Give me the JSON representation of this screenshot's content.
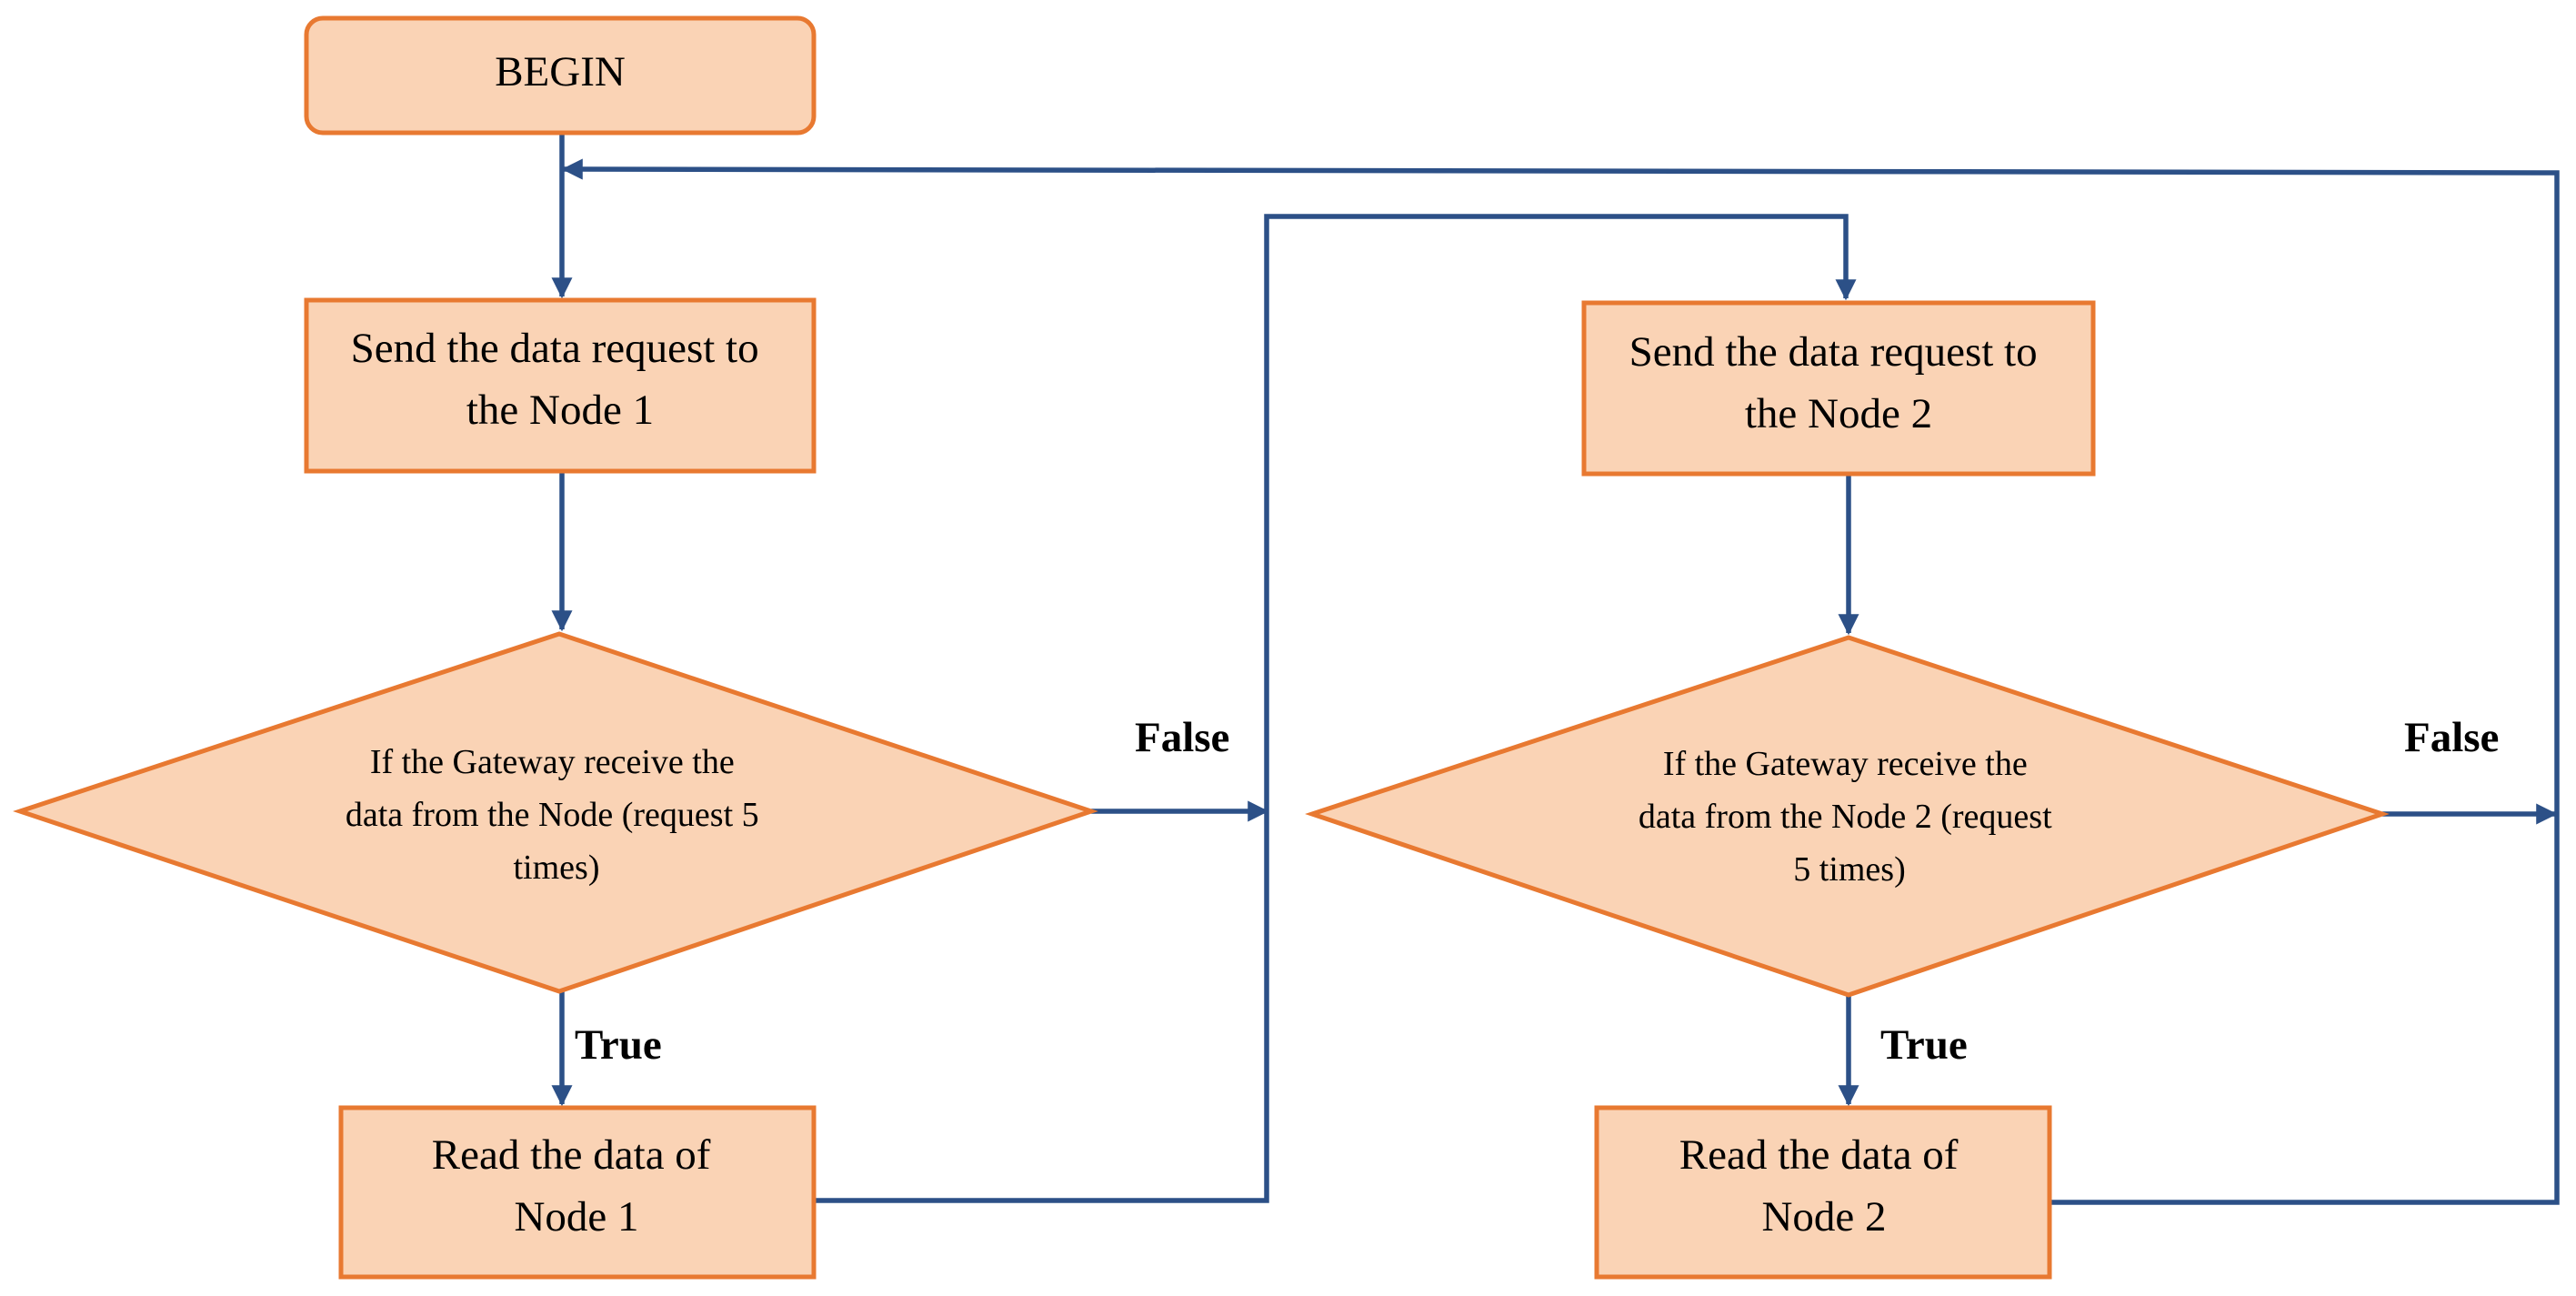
{
  "colors": {
    "node_fill": "#fad3b5",
    "node_stroke": "#e87931",
    "connector": "#2c5087",
    "text": "#000000"
  },
  "nodes": {
    "begin": {
      "lines": [
        "BEGIN"
      ]
    },
    "send_node1": {
      "lines": [
        "Send the data request to",
        "the Node 1"
      ]
    },
    "decision_node1": {
      "lines": [
        "If the Gateway receive the",
        "data from the Node (request 5",
        "times)"
      ]
    },
    "read_node1": {
      "lines": [
        "Read the data of",
        "Node 1"
      ]
    },
    "send_node2": {
      "lines": [
        "Send the data request to",
        "the Node 2"
      ]
    },
    "decision_node2": {
      "lines": [
        "If the Gateway receive the",
        "data from the Node 2 (request",
        "5 times)"
      ]
    },
    "read_node2": {
      "lines": [
        "Read the data of",
        "Node 2"
      ]
    }
  },
  "edge_labels": {
    "false_1": "False",
    "true_1": "True",
    "false_2": "False",
    "true_2": "True"
  }
}
